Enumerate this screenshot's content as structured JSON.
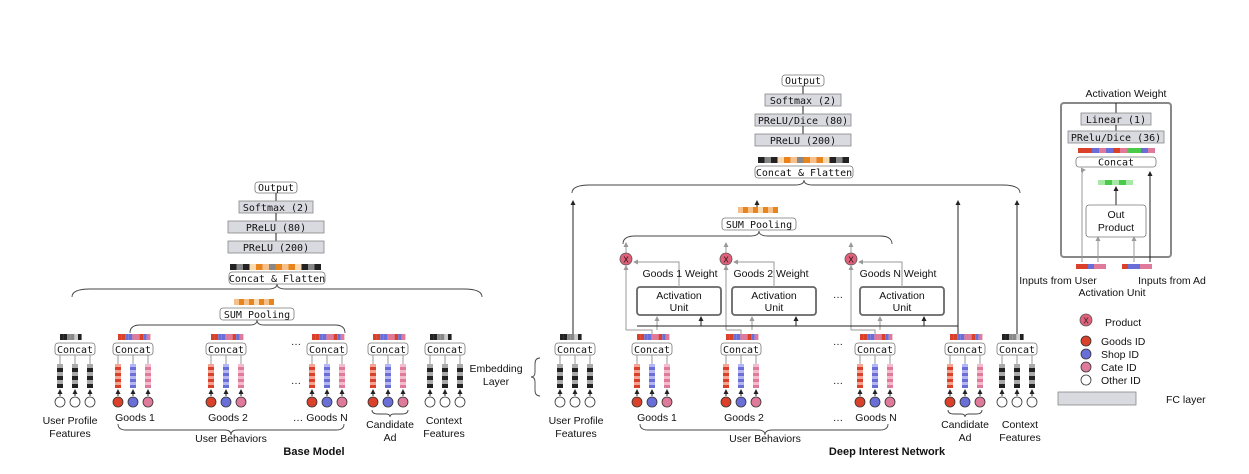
{
  "base_model": {
    "title": "Base Model",
    "output": "Output",
    "softmax": "Softmax (2)",
    "prelu80": "PReLU (80)",
    "prelu200": "PReLU (200)",
    "concat_flatten": "Concat & Flatten",
    "sum_pooling": "SUM Pooling",
    "concat": "Concat",
    "ellipsis": "…",
    "user_profile": [
      "User Profile",
      "Features"
    ],
    "goods": [
      "Goods 1",
      "Goods 2",
      "Goods N"
    ],
    "user_behaviors": "User Behaviors",
    "candidate_ad": [
      "Candidate",
      "Ad"
    ],
    "context": [
      "Context",
      "Features"
    ]
  },
  "din": {
    "title": "Deep Interest Network",
    "output": "Output",
    "softmax": "Softmax (2)",
    "prelu_dice80": "PReLU/Dice (80)",
    "prelu200": "PReLU (200)",
    "concat_flatten": "Concat & Flatten",
    "sum_pooling": "SUM Pooling",
    "concat": "Concat",
    "ellipsis": "…",
    "weights": [
      "Goods 1 Weight",
      "Goods 2 Weight",
      "Goods N Weight"
    ],
    "activation_unit": [
      "Activation",
      "Unit"
    ],
    "embedding_layer": [
      "Embedding",
      "Layer"
    ],
    "user_profile": [
      "User Profile",
      "Features"
    ],
    "goods": [
      "Goods 1",
      "Goods 2",
      "Goods N"
    ],
    "user_behaviors": "User Behaviors",
    "candidate_ad": [
      "Candidate",
      "Ad"
    ],
    "context": [
      "Context",
      "Features"
    ],
    "product_symbol": "X"
  },
  "activation_unit_detail": {
    "title": "Activation Weight",
    "linear": "Linear (1)",
    "prelu_dice36": "PRelu/Dice (36)",
    "concat": "Concat",
    "out_product": [
      "Out",
      "Product"
    ],
    "inputs_user": "Inputs from User",
    "inputs_ad": "Inputs from Ad",
    "caption": "Activation Unit"
  },
  "legend": {
    "product": "Product",
    "goods_id": "Goods ID",
    "shop_id": "Shop ID",
    "cate_id": "Cate ID",
    "other_id": "Other ID",
    "fc_layer": "FC layer"
  },
  "colors": {
    "goods": "#d9412b",
    "shop": "#6a6fd8",
    "cate": "#e07a9a",
    "other": "#ffffff",
    "product": "#e0607a",
    "fc": "#d9d9e0",
    "orange": "#e8841e",
    "green": "#4ac94a"
  }
}
